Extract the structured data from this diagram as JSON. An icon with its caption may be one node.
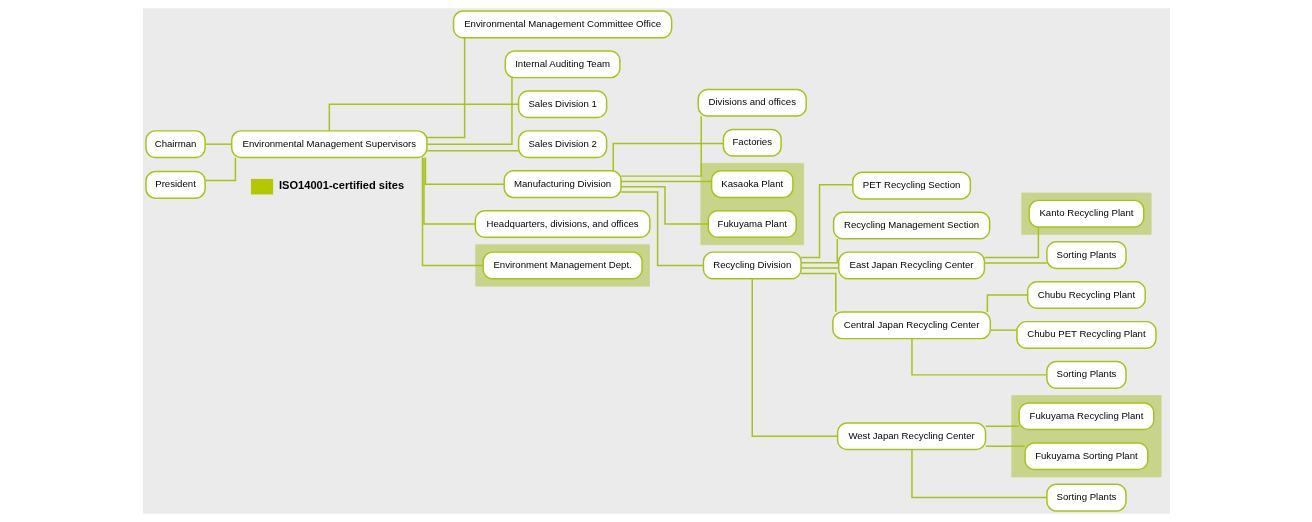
{
  "diagram": {
    "nodes": [
      {
        "text": [
          "Chairman"
        ]
      },
      {
        "text": [
          "President"
        ]
      },
      {
        "text": [
          "Environmental Management Supervisors"
        ]
      },
      {
        "text": [
          "Environmental Management Committee Office"
        ]
      },
      {
        "text": [
          "Internal Auditing Team"
        ]
      },
      {
        "text": [
          "Sales Division 1"
        ]
      },
      {
        "text": [
          "Sales Division 2"
        ]
      },
      {
        "text": [
          "Manufacturing Division"
        ]
      },
      {
        "text": [
          "Headquarters, divisions, and offices"
        ]
      },
      {
        "text": [],
        "shape": "box"
      },
      {
        "text": [
          "Environment Management Dept."
        ],
        "in": 9
      },
      {
        "text": [
          "Divisions and offices"
        ]
      },
      {
        "text": [
          "Factories"
        ]
      },
      {
        "text": [],
        "shape": "box"
      },
      {
        "text": [
          "Kasaoka Plant"
        ],
        "in": 13
      },
      {
        "text": [
          "Fukuyama Plant"
        ],
        "in": 13
      },
      {
        "text": [
          "Recycling Division"
        ]
      },
      {
        "text": [
          "PET Recycling Section"
        ]
      },
      {
        "text": [
          "Recycling Management Section"
        ]
      },
      {
        "text": [
          "East Japan Recycling Center"
        ]
      },
      {
        "text": [
          "Central Japan Recycling Center"
        ]
      },
      {
        "text": [
          "West Japan Recycling Center"
        ]
      },
      {
        "text": [],
        "shape": "box"
      },
      {
        "text": [
          "Kanto Recycling Plant"
        ],
        "in": 22
      },
      {
        "text": [
          "Sorting Plants"
        ]
      },
      {
        "text": [
          "Chubu Recycling Plant"
        ]
      },
      {
        "text": [
          "Chubu PET Recycling Plant"
        ]
      },
      {
        "text": [
          "Sorting Plants"
        ]
      },
      {
        "text": [],
        "shape": "box"
      },
      {
        "text": [
          "Fukuyama Recycling Plant"
        ],
        "in": 28
      },
      {
        "text": [
          "Fukuyama Sorting Plant"
        ],
        "in": 28
      },
      {
        "text": [
          "Sorting Plants"
        ]
      }
    ],
    "edges": [
      {
        "from": 0,
        "to": 2,
        "arrow": "none"
      },
      {
        "from": 1,
        "to": 2,
        "arrow": "none"
      },
      {
        "from": 2,
        "to": 3,
        "arrow": "none"
      },
      {
        "from": 2,
        "to": 4,
        "arrow": "none"
      },
      {
        "from": 2,
        "to": 5,
        "arrow": "none"
      },
      {
        "from": 2,
        "to": 6,
        "arrow": "none"
      },
      {
        "from": 2,
        "to": 7,
        "arrow": "none"
      },
      {
        "from": 2,
        "to": 8,
        "arrow": "none"
      },
      {
        "from": 2,
        "to": 10,
        "arrow": "none"
      },
      {
        "from": 7,
        "to": 11,
        "arrow": "none"
      },
      {
        "from": 7,
        "to": 12,
        "arrow": "none"
      },
      {
        "from": 7,
        "to": 14,
        "arrow": "none"
      },
      {
        "from": 7,
        "to": 15,
        "arrow": "none"
      },
      {
        "from": 7,
        "to": 16,
        "arrow": "none"
      },
      {
        "from": 16,
        "to": 17,
        "arrow": "none"
      },
      {
        "from": 16,
        "to": 18,
        "arrow": "none"
      },
      {
        "from": 16,
        "to": 19,
        "arrow": "none"
      },
      {
        "from": 16,
        "to": 20,
        "arrow": "none"
      },
      {
        "from": 16,
        "to": 21,
        "arrow": "none"
      },
      {
        "from": 19,
        "to": 23,
        "arrow": "none"
      },
      {
        "from": 19,
        "to": 24,
        "arrow": "none"
      },
      {
        "from": 20,
        "to": 25,
        "arrow": "none"
      },
      {
        "from": 20,
        "to": 26,
        "arrow": "none"
      },
      {
        "from": 20,
        "to": 27,
        "arrow": "none"
      },
      {
        "from": 21,
        "to": 29,
        "arrow": "none"
      },
      {
        "from": 21,
        "to": 30,
        "arrow": "none"
      },
      {
        "from": 21,
        "to": 31,
        "arrow": "none"
      }
    ],
    "legend": [
      {
        "text": "ISO14001-certified sites",
        "color": "#b4c800"
      }
    ]
  }
}
